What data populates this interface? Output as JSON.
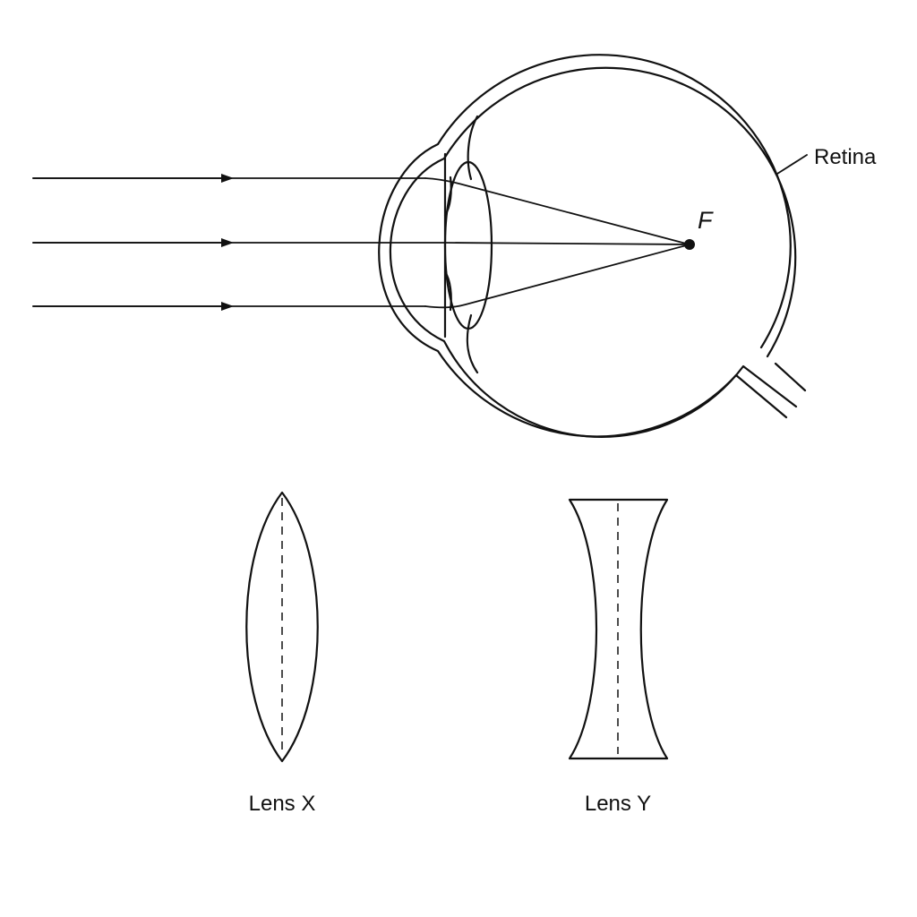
{
  "labels": {
    "retina": "Retina",
    "focal_point": "F",
    "lens_x": "Lens X",
    "lens_y": "Lens Y"
  },
  "colors": {
    "ink": "#111111",
    "background": "#ffffff"
  },
  "rays": {
    "count": 3
  }
}
